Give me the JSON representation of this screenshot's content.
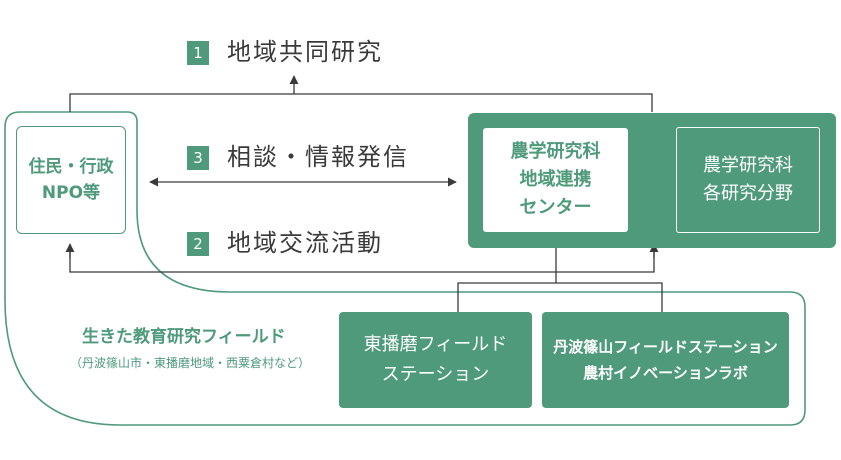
{
  "colors": {
    "accent": "#4e9a7a",
    "text": "#3a3a3a",
    "white": "#ffffff"
  },
  "flows": {
    "one": {
      "number": "1",
      "label": "地域共同研究"
    },
    "two": {
      "number": "2",
      "label": "地域交流活動"
    },
    "three": {
      "number": "3",
      "label": "相談・情報発信"
    }
  },
  "left_box": {
    "line1": "住民・行政",
    "line2": "NPO等"
  },
  "right_group": {
    "center": {
      "line1": "農学研究科",
      "line2": "地域連携",
      "line3": "センター"
    },
    "fields": {
      "line1": "農学研究科",
      "line2": "各研究分野"
    }
  },
  "field_area": {
    "title": "生きた教育研究フィールド",
    "subtitle": "（丹波篠山市・東播磨地域・西粟倉村など）",
    "station1": {
      "line1": "東播磨フィールド",
      "line2": "ステーション"
    },
    "station2": {
      "line1": "丹波篠山フィールドステーション",
      "line2": "農村イノベーションラボ"
    }
  }
}
